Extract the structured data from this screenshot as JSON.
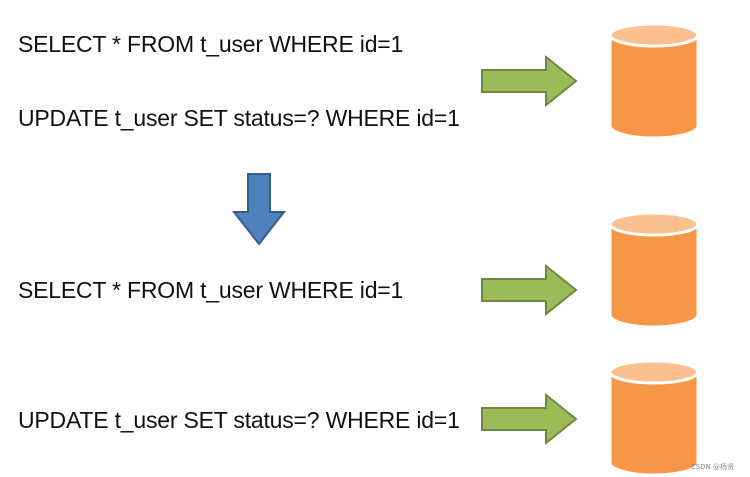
{
  "groups": [
    {
      "statements": [
        "SELECT * FROM t_user WHERE id=1",
        "UPDATE t_user SET status=? WHERE id=1"
      ]
    },
    {
      "statements": [
        "SELECT * FROM t_user WHERE id=1"
      ]
    },
    {
      "statements": [
        "UPDATE t_user SET status=? WHERE id=1"
      ]
    }
  ],
  "colors": {
    "arrow_fill": "#9bbb59",
    "arrow_stroke": "#71893f",
    "down_arrow_fill": "#4f81bd",
    "down_arrow_stroke": "#385d8a",
    "db_body": "#f79646",
    "db_top": "#fac090",
    "db_stroke": "#ffffff"
  },
  "icons": [
    "right-arrow-icon",
    "down-arrow-icon",
    "database-icon"
  ],
  "watermark": "CSDN @杨贤"
}
